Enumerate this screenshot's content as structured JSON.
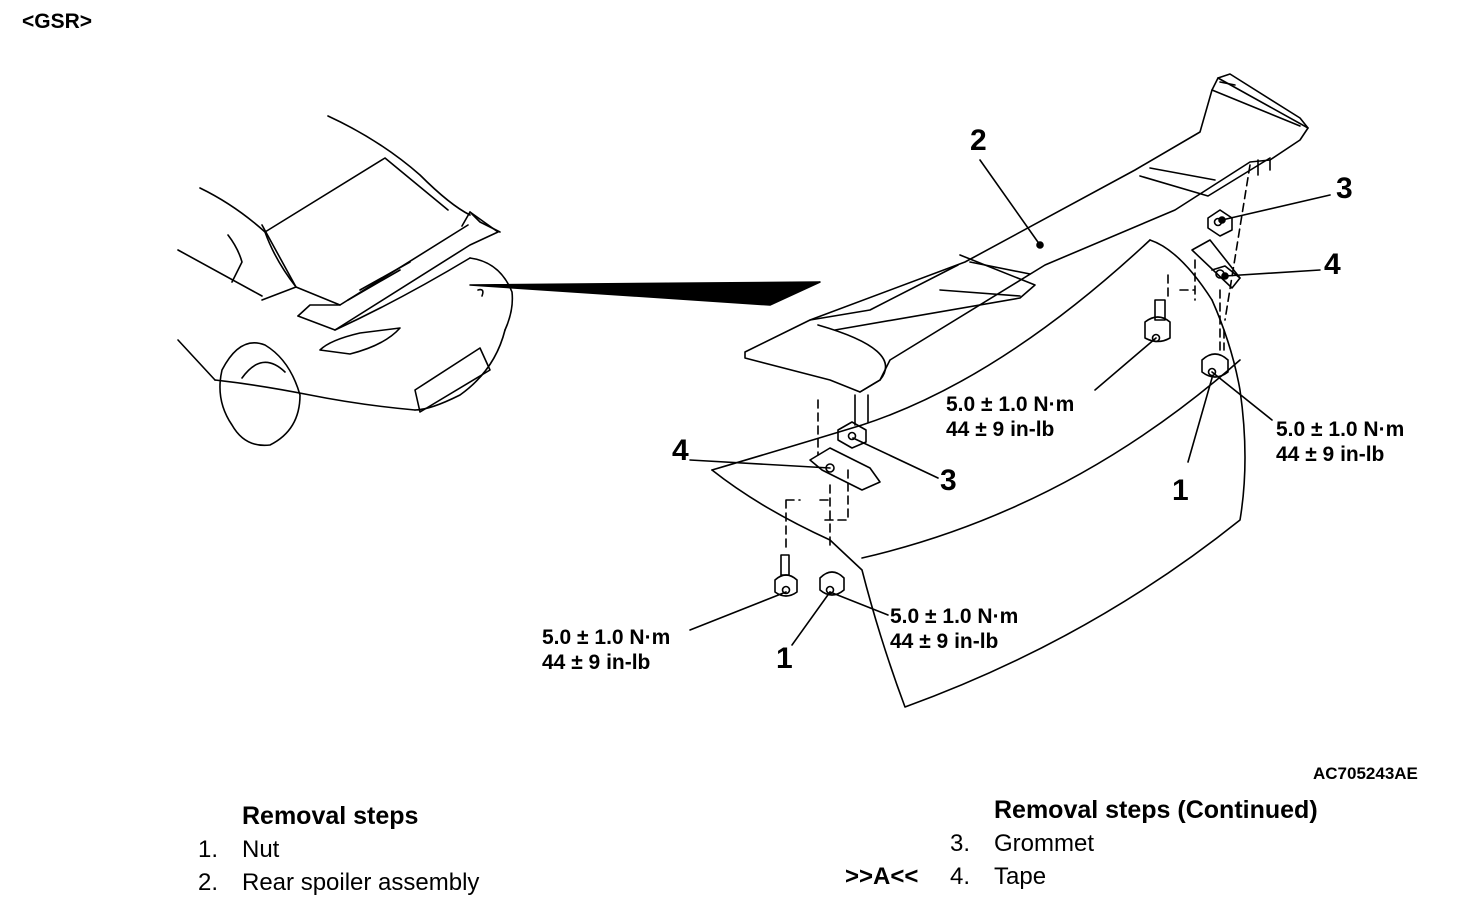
{
  "variant_label": "<GSR>",
  "figure_id": "AC705243AE",
  "callouts": {
    "nut_right": "1",
    "nut_left": "1",
    "spoiler": "2",
    "grommet_right": "3",
    "grommet_left": "3",
    "tape_right": "4",
    "tape_left": "4"
  },
  "torque": {
    "upper_center": {
      "nm": "5.0 ± 1.0 N·m",
      "inlb": "44 ± 9 in-lb"
    },
    "upper_right": {
      "nm": "5.0 ± 1.0 N·m",
      "inlb": "44 ± 9 in-lb"
    },
    "lower_center": {
      "nm": "5.0 ± 1.0 N·m",
      "inlb": "44 ± 9 in-lb"
    },
    "lower_left": {
      "nm": "5.0 ± 1.0 N·m",
      "inlb": "44 ± 9 in-lb"
    }
  },
  "removal_steps": {
    "title": "Removal steps",
    "items": [
      {
        "num": "1.",
        "label": "Nut"
      },
      {
        "num": "2.",
        "label": "Rear spoiler assembly"
      }
    ]
  },
  "removal_steps_continued": {
    "title": "Removal steps (Continued)",
    "items": [
      {
        "ref": "",
        "num": "3.",
        "label": "Grommet"
      },
      {
        "ref": ">>A<<",
        "num": "4.",
        "label": "Tape"
      }
    ]
  }
}
